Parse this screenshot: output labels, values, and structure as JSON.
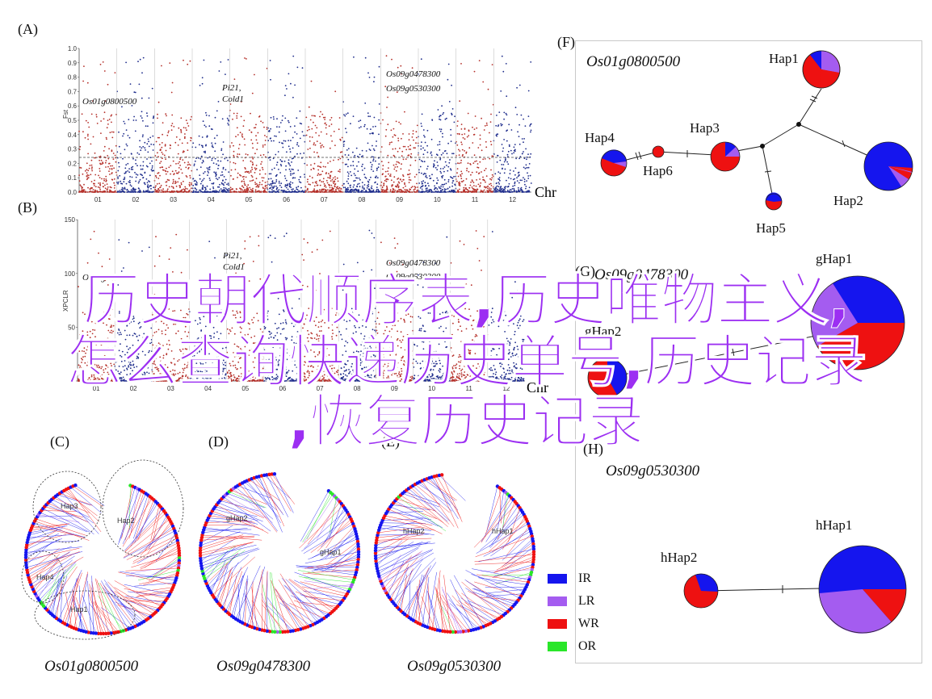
{
  "panels": {
    "a": "(A)",
    "b": "(B)",
    "c": "(C)",
    "d": "(D)",
    "e": "(E)",
    "f": "(F)",
    "g": "(G)",
    "h": "(H)"
  },
  "genes": {
    "g1": "Os01g0800500",
    "g2": "Os09g0478300",
    "g3": "Os09g0530300"
  },
  "manhattan": {
    "ylabel_a": "Fst",
    "ylabel_b": "XPCLR",
    "xaxis": "Chr",
    "chromosomes": [
      "01",
      "02",
      "03",
      "04",
      "05",
      "06",
      "07",
      "08",
      "09",
      "10",
      "11",
      "12"
    ],
    "yticks_a": [
      "0.0",
      "0.1",
      "0.2",
      "0.3",
      "0.4",
      "0.5",
      "0.6",
      "0.7",
      "0.8",
      "0.9",
      "1.0"
    ],
    "yticks_b": [
      "0",
      "50",
      "100",
      "150"
    ],
    "annot_os01": "Os01g0800500",
    "annot_pi21": "Pi21,",
    "annot_cold1": "Cold1",
    "annot_os09a": "Os09g0478300",
    "annot_os09b": "Os09g0530300"
  },
  "trees": {
    "hap1": "Hap1",
    "hap2": "Hap2",
    "hap3": "Hap3",
    "hap4": "Hap4",
    "ghap1": "gHap1",
    "ghap2": "gHap2",
    "hhap1": "hHap1",
    "hhap2": "hHap2"
  },
  "network_f": {
    "hap1": "Hap1",
    "hap2": "Hap2",
    "hap3": "Hap3",
    "hap4": "Hap4",
    "hap5": "Hap5",
    "hap6": "Hap6"
  },
  "network_g": {
    "hap1": "gHap1",
    "hap2": "gHap2"
  },
  "network_h": {
    "hap1": "hHap1",
    "hap2": "hHap2"
  },
  "legend": [
    {
      "label": "IR",
      "color": "#1515ee"
    },
    {
      "label": "LR",
      "color": "#a45cf0"
    },
    {
      "label": "WR",
      "color": "#ee1111"
    },
    {
      "label": "OR",
      "color": "#29e629"
    }
  ],
  "colors": {
    "ir": "#1515ee",
    "lr": "#a45cf0",
    "wr": "#ee1111",
    "or": "#29e629",
    "chr_red": "#b5302a",
    "chr_blue": "#1f2d8c",
    "overlay": "#9c2ff2"
  },
  "overlay": {
    "line1": "历史朝代顺序表,历史唯物主义,",
    "line2": "怎么查询快递历史单号,历史记录",
    "line3": ",恢复历史记录"
  }
}
